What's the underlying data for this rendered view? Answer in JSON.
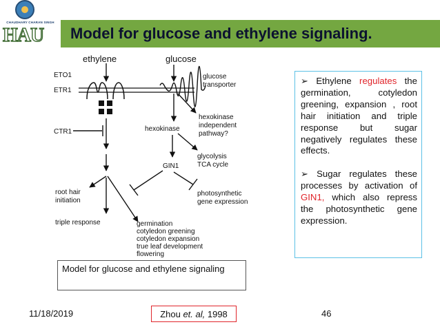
{
  "header": {
    "logo_text": "CHAUDHARY CHARAN SINGH",
    "logo_mark": "HAU",
    "title": "Model for glucose and ethylene signaling.",
    "colors": {
      "title_bar": "#74a741",
      "title_text": "#0c1230"
    }
  },
  "diagram": {
    "ethylene": "ethylene",
    "glucose": "glucose",
    "eto1": "ETO1",
    "etr1": "ETR1",
    "ctr1": "CTR1",
    "glucose_transporter": [
      "glucose",
      "transporter"
    ],
    "hexokinase": "hexokinase",
    "hexokinase_independent": [
      "hexokinase",
      "independent",
      "pathway?"
    ],
    "gin1": "GIN1",
    "glycolysis": [
      "glycolysis",
      "TCA cycle"
    ],
    "root_hair": [
      "root hair",
      "initiation"
    ],
    "photosynthetic": [
      "photosynthetic",
      "gene expression"
    ],
    "triple_response": "triple response",
    "outcomes": [
      "germination",
      "cotyledon greening",
      "cotyledon expansion",
      "true leaf development",
      "flowering"
    ]
  },
  "description": {
    "bullet": "➢",
    "p1_a": "Ethylene",
    "p1_red": "regulates",
    "p1_b": "the germination, cotyledon greening, expansion , root hair initiation and triple response but sugar negatively regulates these effects.",
    "p2_a": "Sugar regulates these processes by activation of",
    "p2_red": "GIN1,",
    "p2_b": "which also repress the photosynthetic gene expression.",
    "colors": {
      "highlight": "#e0242a",
      "border": "#5bc0e6"
    }
  },
  "caption": "Model for glucose and ethylene signaling",
  "footer": {
    "date": "11/18/2019",
    "citation_a": "Zhou ",
    "citation_italic": "et. al,",
    "citation_b": " 1998",
    "page": "46"
  }
}
